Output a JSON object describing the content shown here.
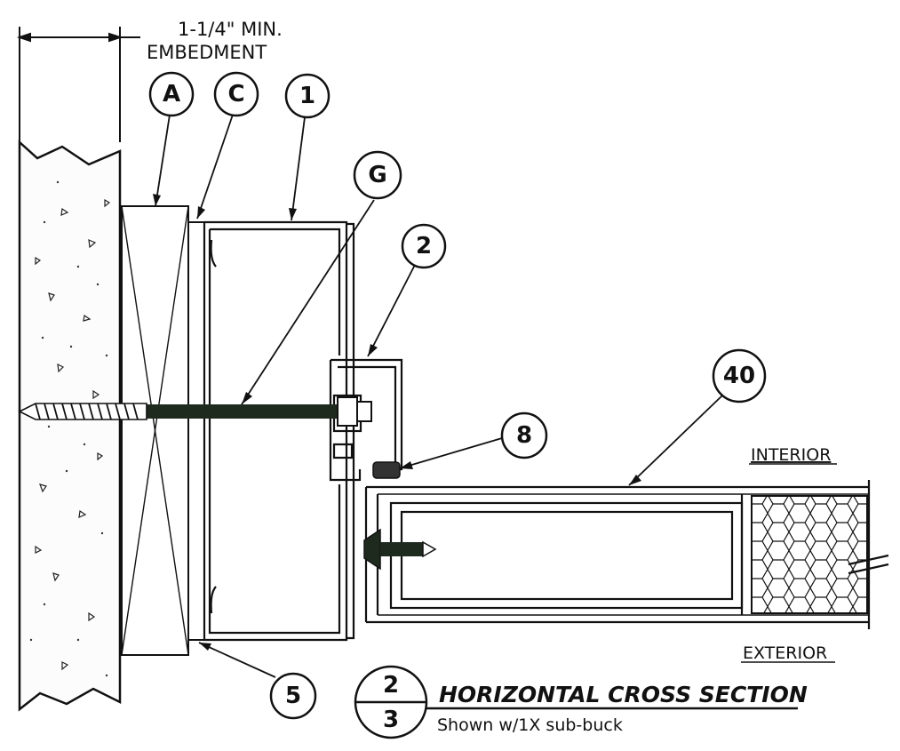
{
  "dimension": {
    "line1": "1-1/4\" MIN.",
    "line2": "EMBEDMENT"
  },
  "callouts": {
    "A": "A",
    "C": "C",
    "one": "1",
    "G": "G",
    "two": "2",
    "forty": "40",
    "eight": "8",
    "five": "5"
  },
  "side_labels": {
    "interior": "INTERIOR",
    "exterior": "EXTERIOR"
  },
  "detail": {
    "number": "2",
    "sheet": "3",
    "title": "HORIZONTAL CROSS SECTION",
    "subtitle": "Shown w/1X sub-buck"
  },
  "colors": {
    "line": "#111111",
    "bolt": "#1f2a1f",
    "concrete": "#fafafa"
  }
}
